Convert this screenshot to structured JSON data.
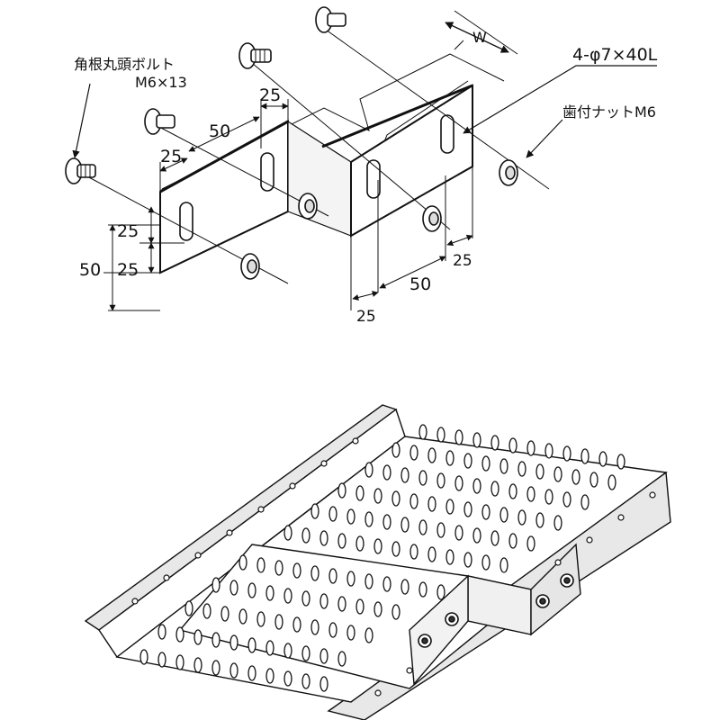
{
  "labels": {
    "bolt_name": "角根丸頭ボルト",
    "bolt_size": "M6×13",
    "slot_spec": "4-φ7×40L",
    "nut_name": "歯付ナットM6",
    "width_label": "W"
  },
  "dimensions": {
    "top_25": "25",
    "top_50": "50",
    "left_25_top": "25",
    "left_25_a": "25",
    "left_25_b": "25",
    "left_50": "50",
    "bottom_25_right": "25",
    "bottom_50": "50",
    "bottom_25_left": "25"
  },
  "colors": {
    "line": "#111111",
    "plate": "#ffffff",
    "tray_shade": "#d9d9d9",
    "hole": "#222222"
  }
}
